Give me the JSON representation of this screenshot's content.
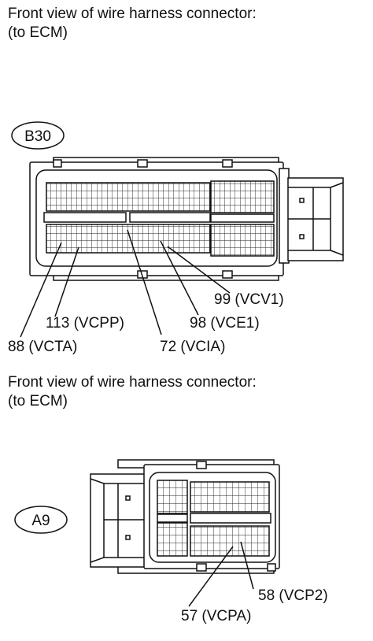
{
  "connector_b30": {
    "heading_line1": "Front view of wire harness connector:",
    "heading_line2": "(to ECM)",
    "badge": "B30",
    "pins": {
      "p99": "99 (VCV1)",
      "p113": "113 (VCPP)",
      "p98": "98 (VCE1)",
      "p88": "88 (VCTA)",
      "p72": "72 (VCIA)"
    }
  },
  "connector_a9": {
    "heading_line1": "Front view of wire harness connector:",
    "heading_line2": "(to ECM)",
    "badge": "A9",
    "pins": {
      "p58": "58 (VCP2)",
      "p57": "57 (VCPA)"
    }
  }
}
